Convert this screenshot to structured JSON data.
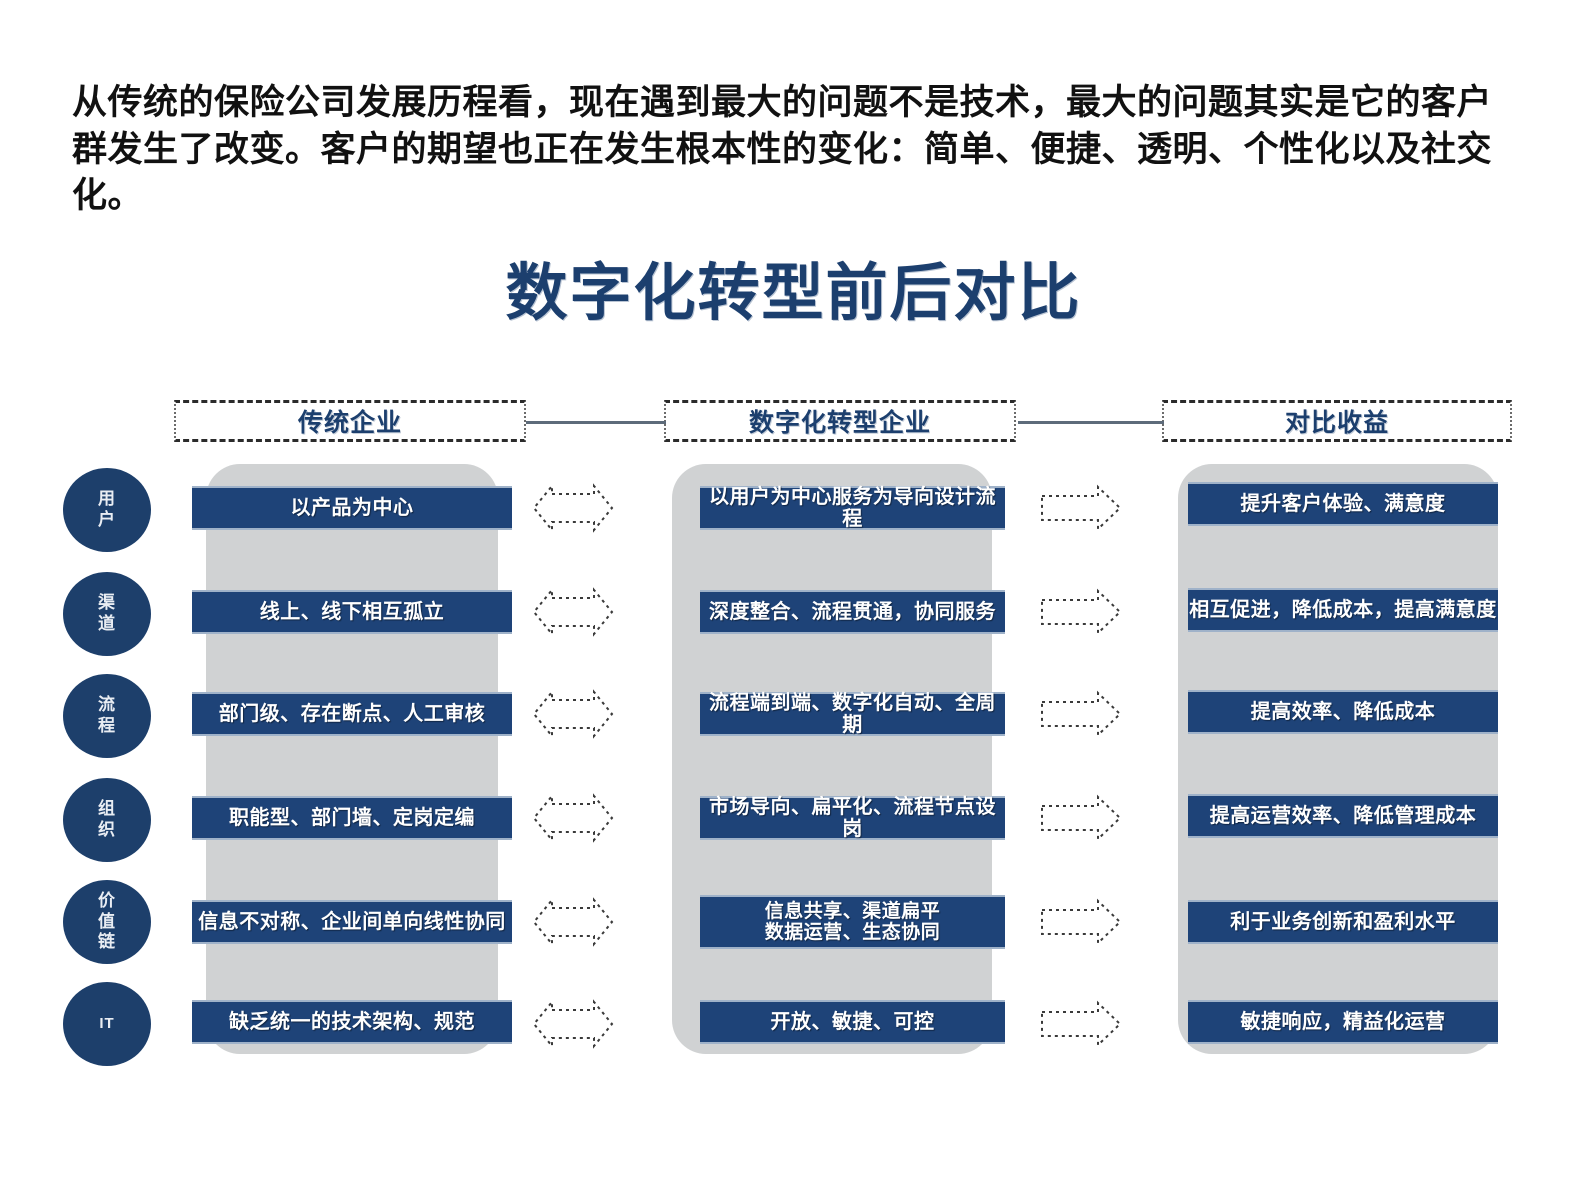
{
  "intro": {
    "paragraph": "从传统的保险公司发展历程看，现在遇到最大的问题不是技术，最大的问题其实是它的客户群发生了改变。客户的期望也正在发生根本性的变化：简单、便捷、透明、个性化以及社交化。"
  },
  "title": "数字化转型前后对比",
  "colors": {
    "accent_navy": "#1e4378",
    "title_navy": "#1c3f6e",
    "panel_gray": "#d0d2d3",
    "box_border": "#9fb2c9",
    "header_border": "#2b2b2b",
    "link_line": "#5d6b7a"
  },
  "columns": [
    {
      "id": "traditional",
      "label": "传统企业"
    },
    {
      "id": "digital",
      "label": "数字化转型企业"
    },
    {
      "id": "benefit",
      "label": "对比收益"
    }
  ],
  "rows": [
    {
      "id": "user",
      "label": "用户",
      "label_chars": [
        "用",
        "户"
      ],
      "traditional": "以产品为中心",
      "digital": "以用户为中心服务为导向设计流程",
      "benefit": "提升客户体验、满意度"
    },
    {
      "id": "channel",
      "label": "渠道",
      "label_chars": [
        "渠",
        "道"
      ],
      "traditional": "线上、线下相互孤立",
      "digital": "深度整合、流程贯通，协同服务",
      "benefit": "相互促进，降低成本，提高满意度"
    },
    {
      "id": "process",
      "label": "流程",
      "label_chars": [
        "流",
        "程"
      ],
      "traditional": "部门级、存在断点、人工审核",
      "digital": "流程端到端、数字化自动、全周期",
      "benefit": "提高效率、降低成本"
    },
    {
      "id": "organization",
      "label": "组织",
      "label_chars": [
        "组",
        "织"
      ],
      "traditional": "职能型、部门墙、定岗定编",
      "digital": "市场导向、扁平化、流程节点设岗",
      "benefit": "提高运营效率、降低管理成本"
    },
    {
      "id": "value-chain",
      "label": "价值链",
      "label_chars": [
        "价",
        "值",
        "链"
      ],
      "traditional": "信息不对称、企业间单向线性协同",
      "digital": "信息共享、渠道扁平\n数据运营、生态协同",
      "benefit": "利于业务创新和盈利水平"
    },
    {
      "id": "it",
      "label": "IT",
      "label_chars": [
        "IT"
      ],
      "traditional": "缺乏统一的技术架构、规范",
      "digital": "开放、敏捷、可控",
      "benefit": "敏捷响应，精益化运营"
    }
  ],
  "connectors": {
    "left_group_style": "double-headed-dotted-arrow",
    "right_group_style": "left-pointing-dotted-arrow"
  }
}
